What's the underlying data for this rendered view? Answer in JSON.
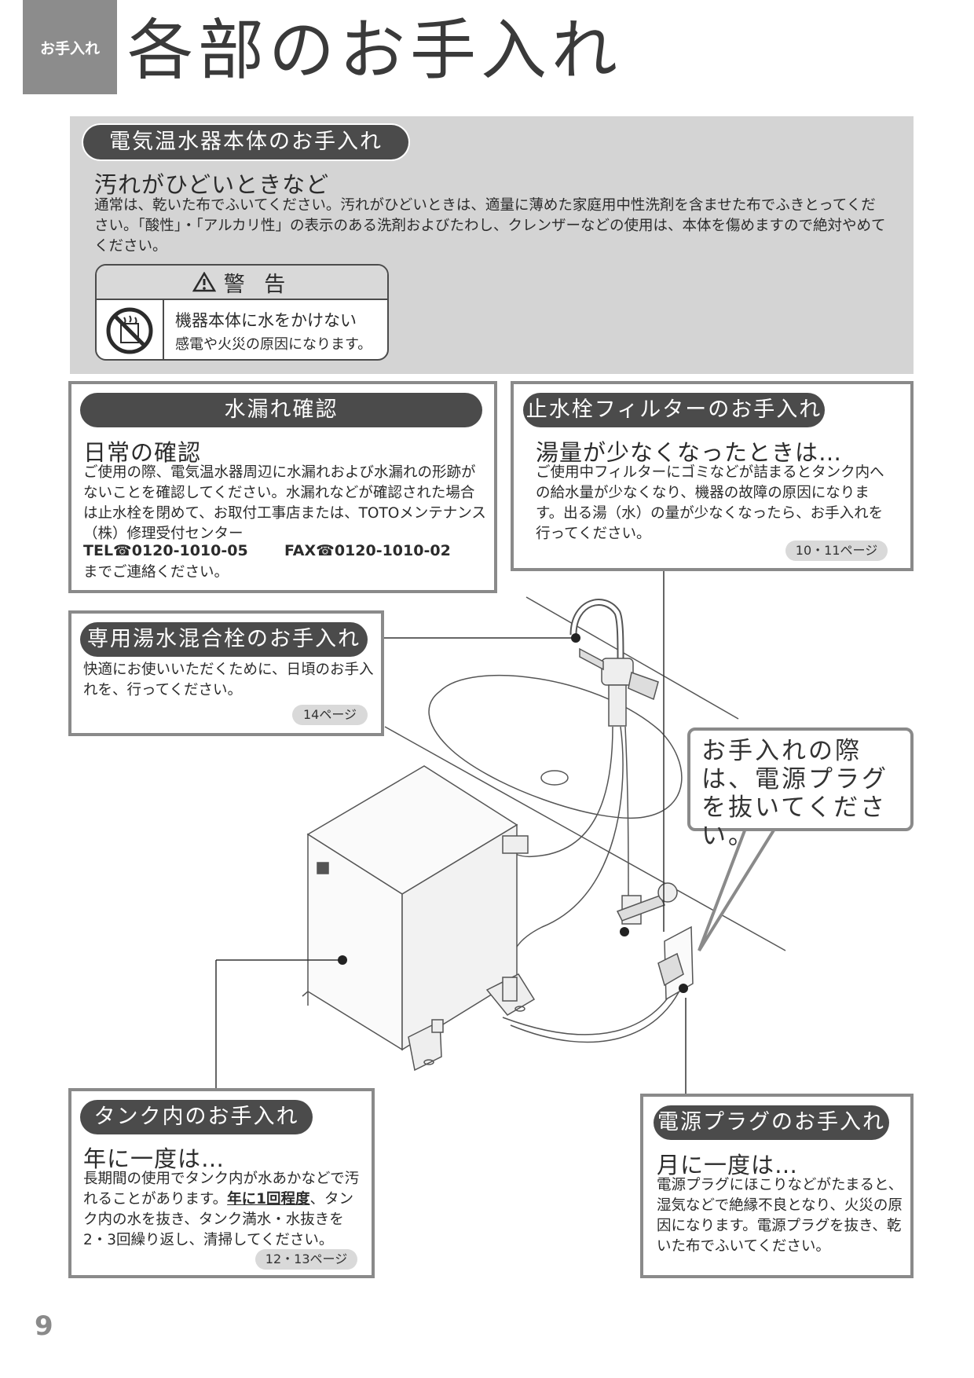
{
  "header": {
    "section_tab": "お手入れ",
    "title": "各部のお手入れ"
  },
  "main_body": {
    "label": "電気温水器本体のお手入れ",
    "heading": "汚れがひどいときなど",
    "text": "通常は、乾いた布でふいてください。汚れがひどいときは、適量に薄めた家庭用中性洗剤を含ませた布でふきとってください。「酸性」・「アルカリ性」の表示のある洗剤およびたわし、クレンザーなどの使用は、本体を傷めますので絶対やめてください。",
    "warning": {
      "title": "警 告",
      "line1": "機器本体に水をかけない",
      "line2": "感電や火災の原因になります。"
    }
  },
  "leak": {
    "label": "水漏れ確認",
    "heading": "日常の確認",
    "text": "ご使用の際、電気温水器周辺に水漏れおよび水漏れの形跡がないことを確認してください。水漏れなどが確認された場合は止水栓を閉めて、お取付工事店または、TOTOメンテナンス（株）修理受付センター",
    "tel": "TEL☎0120-1010-05",
    "fax": "FAX☎0120-1010-02",
    "text_end": "までご連絡ください。"
  },
  "filter": {
    "label": "止水栓フィルターのお手入れ",
    "heading": "湯量が少なくなったときは…",
    "text": "ご使用中フィルターにゴミなどが詰まるとタンク内への給水量が少なくなり、機器の故障の原因になります。出る湯（水）の量が少なくなったら、お手入れを行ってください。",
    "page_ref": "10・11ページ"
  },
  "faucet": {
    "label": "専用湯水混合栓のお手入れ",
    "text": "快適にお使いいただくために、日頃のお手入れを、行ってください。",
    "page_ref": "14ページ"
  },
  "callout": {
    "text": "お手入れの際は、電源プラグを抜いてください。"
  },
  "tank": {
    "label": "タンク内のお手入れ",
    "heading": "年に一度は…",
    "text_a": "長期間の使用でタンク内が水あかなどで汚れることがあります。",
    "text_bold": "年に1回程度",
    "text_b": "、タンク内の水を抜き、タンク満水・水抜きを2・3回繰り返し、清掃してください。",
    "page_ref": "12・13ページ"
  },
  "plug": {
    "label": "電源プラグのお手入れ",
    "heading": "月に一度は…",
    "text": "電源プラグにほこりなどがたまると、湿気などで絶縁不良となり、火災の原因になります。電源プラグを抜き、乾いた布でふいてください。"
  },
  "page_number": "9"
}
